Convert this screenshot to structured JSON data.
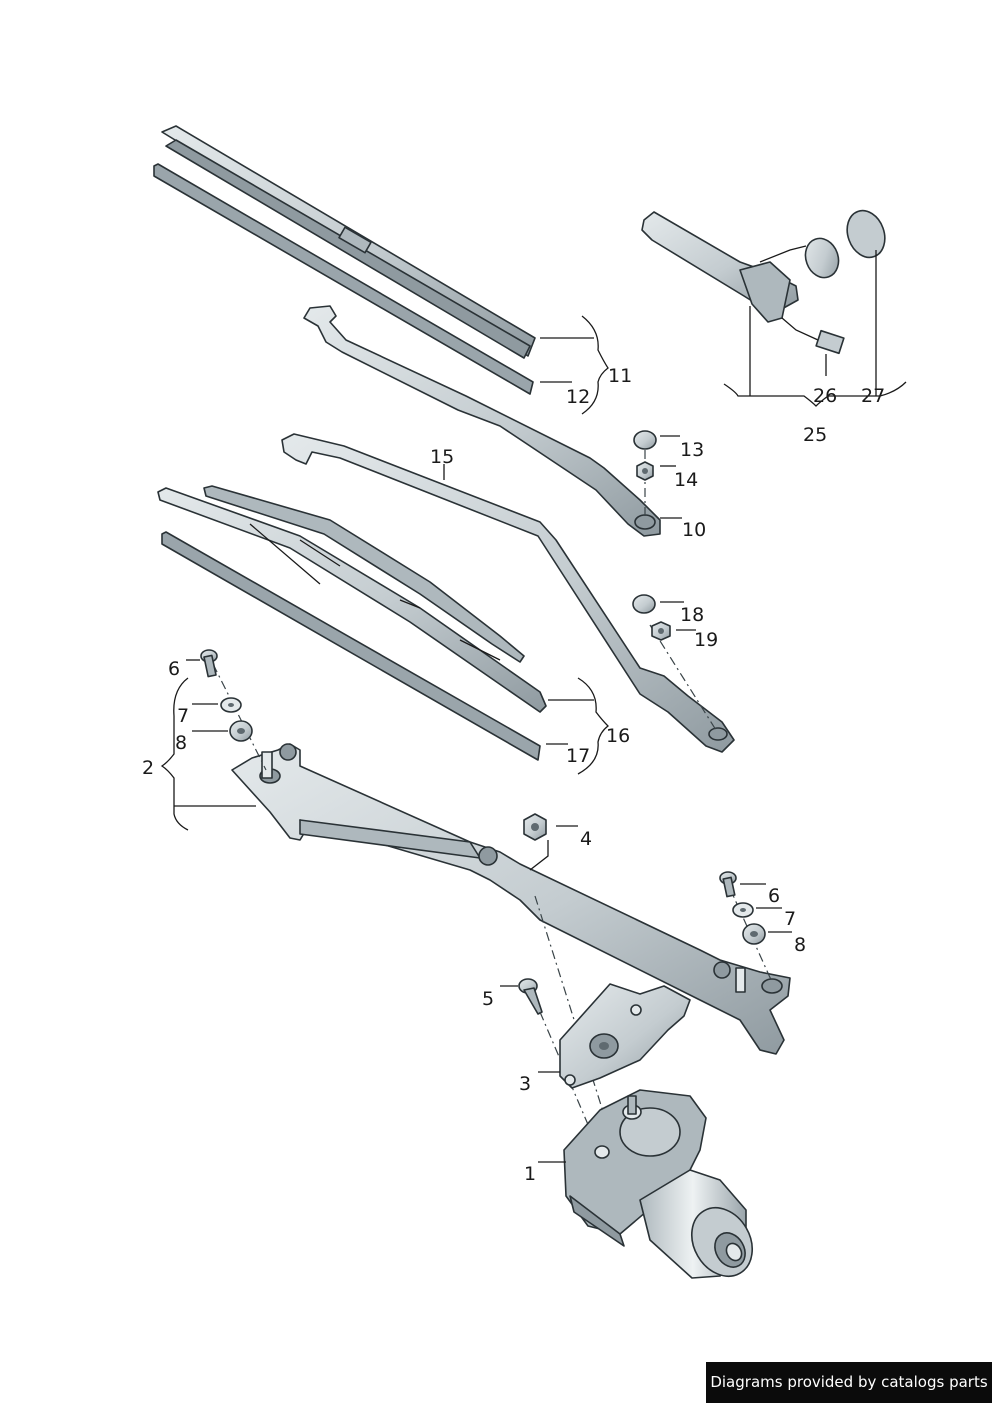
{
  "callouts": {
    "c1": "1",
    "c2": "2",
    "c3": "3",
    "c4": "4",
    "c5": "5",
    "c6a": "6",
    "c6b": "6",
    "c7a": "7",
    "c7b": "7",
    "c8a": "8",
    "c8b": "8",
    "c10": "10",
    "c11": "11",
    "c12": "12",
    "c13": "13",
    "c14": "14",
    "c15": "15",
    "c16": "16",
    "c17": "17",
    "c18": "18",
    "c19": "19",
    "c25": "25",
    "c26": "26",
    "c27": "27"
  },
  "credit": "Diagrams provided by catalogs parts",
  "colors": {
    "part_fill": "#c4ccd0",
    "part_dark": "#8f9aa0",
    "part_light": "#e4e9eb",
    "outline": "#2a3236",
    "text": "#1a1a1a",
    "credit_bg": "#0b0b0b"
  }
}
